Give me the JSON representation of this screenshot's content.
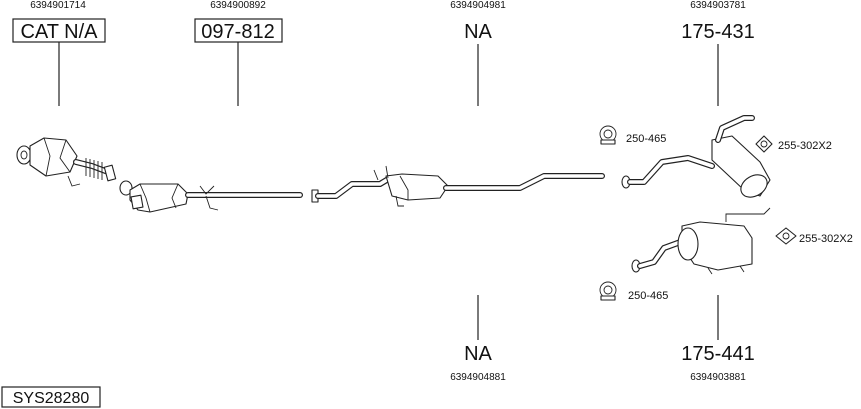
{
  "diagram": {
    "system_code": "SYS28280",
    "parts": [
      {
        "oem": "6394901714",
        "label": "CAT N/A"
      },
      {
        "oem": "6394900892",
        "label": "097-812"
      },
      {
        "oem": "6394904981",
        "label": "NA"
      },
      {
        "oem": "6394903781",
        "label": "175-431"
      },
      {
        "oem": "6394904881",
        "label": "NA"
      },
      {
        "oem": "6394903881",
        "label": "175-441"
      }
    ],
    "accessories": [
      {
        "ref": "250-465",
        "icon": "clamp-ring-icon"
      },
      {
        "ref": "255-302X2",
        "icon": "rubber-hanger-icon"
      },
      {
        "ref": "255-302X2",
        "icon": "rubber-hanger-icon"
      },
      {
        "ref": "250-465",
        "icon": "clamp-ring-icon"
      }
    ]
  }
}
